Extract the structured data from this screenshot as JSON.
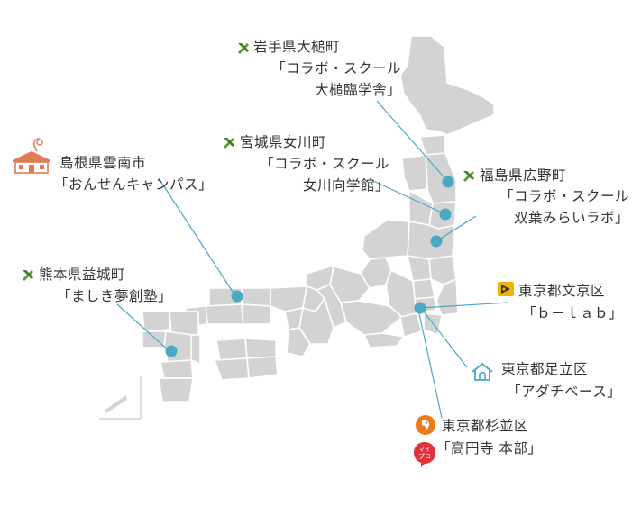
{
  "colors": {
    "land": "#d3d3d3",
    "accent": "#4aa8c4",
    "collab_icon": "#5a9e3a",
    "house_icon": "#e07b55",
    "bulb_icon": "#f0b400",
    "parrot_icon": "#ef7a1a",
    "mypro_badge": "#e0323c"
  },
  "locations": [
    {
      "id": "iwate",
      "icon": "collab-icon",
      "line1": "岩手県大槌町",
      "line2": "「コラボ・スクール",
      "line3": "大槌臨学舎」"
    },
    {
      "id": "miyagi",
      "icon": "collab-icon",
      "line1": "宮城県女川町",
      "line2": "「コラボ・スクール",
      "line3": "女川向学館」"
    },
    {
      "id": "fukushima",
      "icon": "collab-icon",
      "line1": "福島県広野町",
      "line2": "「コラボ・スクール",
      "line3": "双葉みらいラボ」"
    },
    {
      "id": "shimane",
      "icon": "house-pin-icon",
      "line1": "島根県雲南市",
      "line2": "「おんせんキャンパス」"
    },
    {
      "id": "kumamoto",
      "icon": "collab-icon",
      "line1": "熊本県益城町",
      "line2": "「ましき夢創塾」"
    },
    {
      "id": "bunkyo",
      "icon": "bulb-icon",
      "line1": "東京都文京区",
      "line2": "「ｂ－ｌａｂ」"
    },
    {
      "id": "adachi",
      "icon": "house-icon",
      "line1": "東京都足立区",
      "line2": "「アダチベース」"
    },
    {
      "id": "suginami",
      "icon": "parrot-icon",
      "line1": "東京都杉並区",
      "line2": "「高円寺 本部」",
      "badge": "マイプロ"
    }
  ]
}
